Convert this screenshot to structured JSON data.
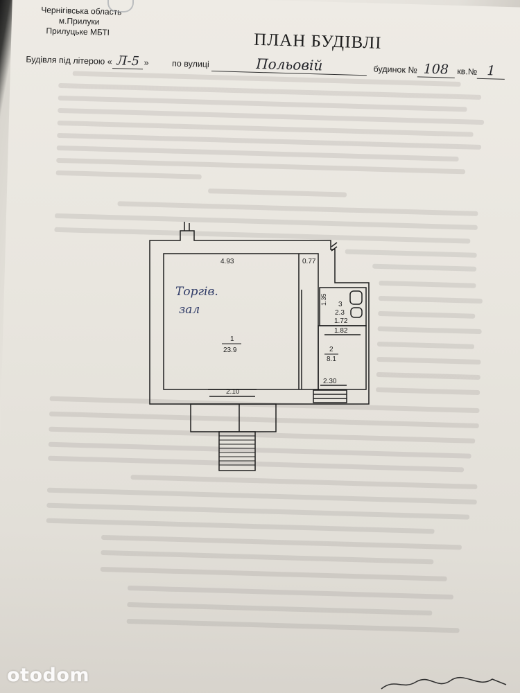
{
  "header": {
    "region": "Чернігівська область",
    "city": "м.Прилуки",
    "bureau": "Прилуцьке МБТІ",
    "title": "ПЛАН  БУДІВЛІ",
    "letter_label": "Будівля під літерою «",
    "letter_value": "Л-5",
    "letter_close": "»",
    "street_label": "по вулиці",
    "street_value": "Польовій",
    "house_label": "будинок №",
    "house_value": "108",
    "apt_label": "кв.№",
    "apt_value": "1"
  },
  "plan": {
    "dim_top_main": "4.93",
    "dim_top_side": "0.77",
    "dim_wc_height": "1.35",
    "dim_wc_width": "1.72",
    "dim_side_width": "1.82",
    "dim_bottom_left": "2.10",
    "dim_bottom_right": "2.30",
    "note_line1": "Торгів.",
    "note_line2": "зал",
    "rooms": [
      {
        "number": "1",
        "area": "23.9"
      },
      {
        "number": "2",
        "area": "8.1"
      },
      {
        "number": "3",
        "area": "2.3"
      }
    ]
  },
  "watermark": "otodom",
  "colors": {
    "paper": "#ebe8e1",
    "ink": "#1c1c1c",
    "hand_ink": "#26272c"
  }
}
